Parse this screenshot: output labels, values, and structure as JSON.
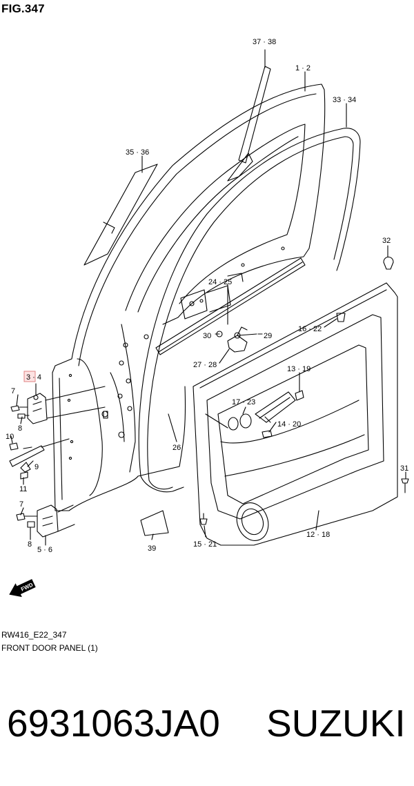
{
  "figure": {
    "title": "FIG.347",
    "caption_code": "RW416_E22_347",
    "caption_name": "FRONT DOOR PANEL (1)"
  },
  "callouts": [
    {
      "id": "c-37-38",
      "text": "37 · 38"
    },
    {
      "id": "c-1-2",
      "text": "1 · 2"
    },
    {
      "id": "c-33-34",
      "text": "33 · 34"
    },
    {
      "id": "c-35-36",
      "text": "35 · 36"
    },
    {
      "id": "c-32",
      "text": "32"
    },
    {
      "id": "c-24-25",
      "text": "24 · 25"
    },
    {
      "id": "c-30",
      "text": "30"
    },
    {
      "id": "c-29",
      "text": "29"
    },
    {
      "id": "c-16-22",
      "text": "16 · 22"
    },
    {
      "id": "c-27-28",
      "text": "27 · 28"
    },
    {
      "id": "c-3-4",
      "text": "3 · 4"
    },
    {
      "id": "c-13-19",
      "text": "13 · 19"
    },
    {
      "id": "c-7a",
      "text": "7"
    },
    {
      "id": "c-8a",
      "text": "8"
    },
    {
      "id": "c-17-23",
      "text": "17 · 23"
    },
    {
      "id": "c-14-20",
      "text": "14 · 20"
    },
    {
      "id": "c-10",
      "text": "10"
    },
    {
      "id": "c-9",
      "text": "9"
    },
    {
      "id": "c-26",
      "text": "26"
    },
    {
      "id": "c-11",
      "text": "11"
    },
    {
      "id": "c-31",
      "text": "31"
    },
    {
      "id": "c-7b",
      "text": "7"
    },
    {
      "id": "c-12-18",
      "text": "12 · 18"
    },
    {
      "id": "c-8b",
      "text": "8"
    },
    {
      "id": "c-15-21",
      "text": "15 · 21"
    },
    {
      "id": "c-39",
      "text": "39"
    },
    {
      "id": "c-5-6",
      "text": "5 · 6"
    }
  ],
  "highlighted_callout": "3 · 4",
  "fwd_label": "FWD",
  "footer": {
    "part_number": "6931063JA0",
    "brand": "SUZUKI"
  }
}
